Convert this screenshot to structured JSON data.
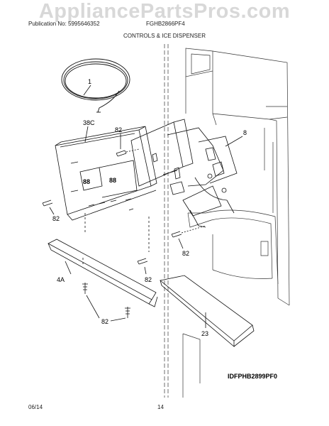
{
  "watermark": "AppliancePartsPros.com",
  "header": {
    "publication": "Publication No: 5995646352",
    "model": "FGHB2866PF4",
    "section_title": "CONTROLS & ICE DISPENSER"
  },
  "diagram": {
    "callouts": {
      "tubing": "1",
      "control_panel": "38C",
      "screw_top": "82",
      "actuator": "8",
      "screw_left": "82",
      "screw_right_upper": "82",
      "trim": "4A",
      "screw_right_lower": "82",
      "screw_bottom": "82",
      "drip_tray": "23"
    },
    "display_digits_left": "88",
    "display_digits_right": "88",
    "figure_id": "IDFPHB2899PF0"
  },
  "footer": {
    "date": "06/14",
    "page": "14"
  }
}
